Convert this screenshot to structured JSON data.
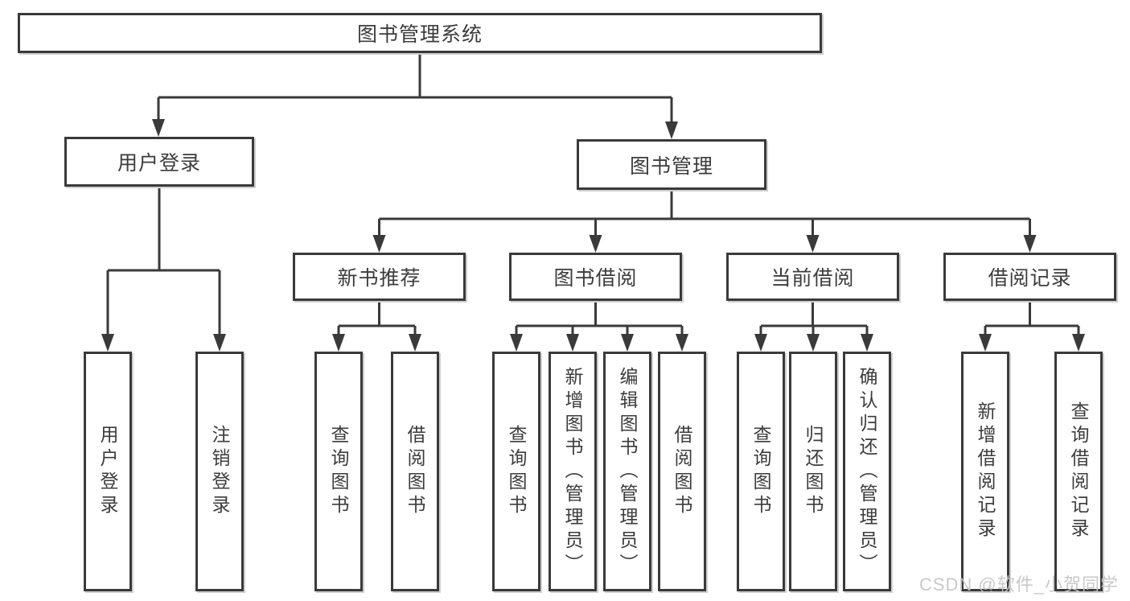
{
  "tree": {
    "label": "图书管理系统",
    "children": [
      {
        "label": "用户登录",
        "children": [
          {
            "label": "用户登录"
          },
          {
            "label": "注销登录"
          }
        ]
      },
      {
        "label": "图书管理",
        "children": [
          {
            "label": "新书推荐",
            "children": [
              {
                "label": "查询图书"
              },
              {
                "label": "借阅图书"
              }
            ]
          },
          {
            "label": "图书借阅",
            "children": [
              {
                "label": "查询图书"
              },
              {
                "label": "新增图书（管理员）"
              },
              {
                "label": "编辑图书（管理员）"
              },
              {
                "label": "借阅图书"
              }
            ]
          },
          {
            "label": "当前借阅",
            "children": [
              {
                "label": "查询图书"
              },
              {
                "label": "归还图书"
              },
              {
                "label": "确认归还（管理员）"
              }
            ]
          },
          {
            "label": "借阅记录",
            "children": [
              {
                "label": "新增借阅记录"
              },
              {
                "label": "查询借阅记录"
              }
            ]
          }
        ]
      }
    ]
  },
  "watermark": {
    "text": "CSDN @软件_小贺同学"
  },
  "colors": {
    "line": "#3a3a3a",
    "text": "#3c3c3c",
    "background": "#ffffff",
    "watermark": "#c4c4c4"
  }
}
